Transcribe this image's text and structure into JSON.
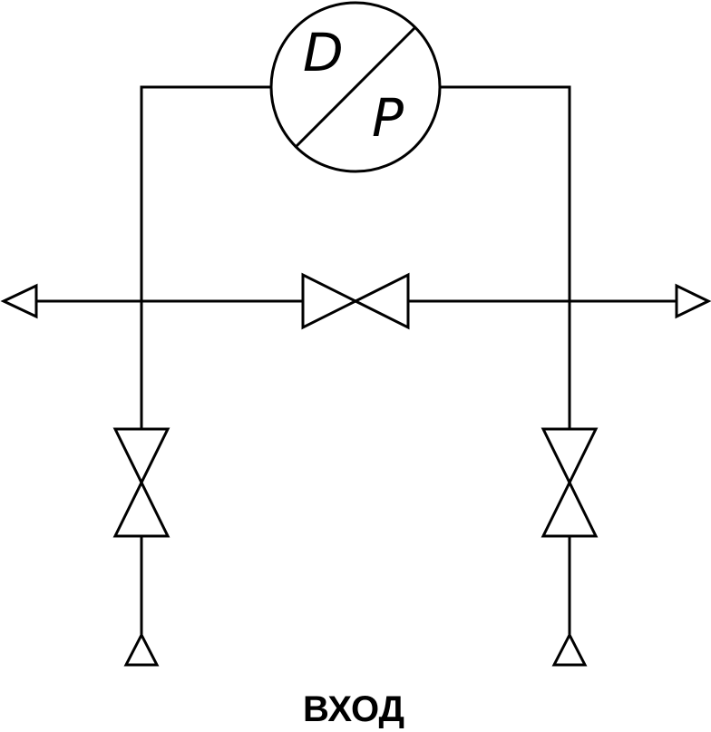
{
  "gauge": {
    "label_top": "D",
    "label_bottom": "P"
  },
  "caption": "ВХОД",
  "colors": {
    "line": "#000000",
    "background": "#ffffff"
  }
}
